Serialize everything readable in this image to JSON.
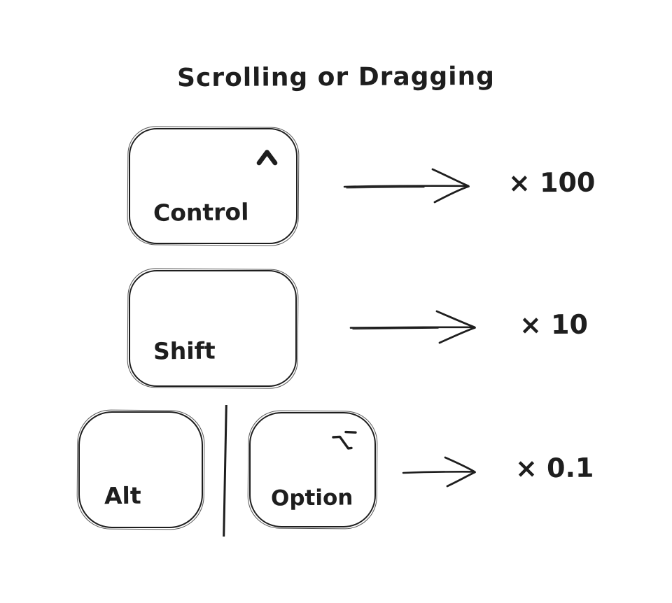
{
  "title": "Scrolling or Dragging",
  "colors": {
    "stroke": "#1e1e1e",
    "background": "#ffffff"
  },
  "keys": {
    "control": {
      "label": "Control",
      "symbol_icon": "caret-up-icon"
    },
    "shift": {
      "label": "Shift"
    },
    "alt": {
      "label": "Alt"
    },
    "option": {
      "label": "Option",
      "symbol_icon": "option-key-icon"
    }
  },
  "rows": [
    {
      "key_combo": "Control",
      "multiplier": "× 100"
    },
    {
      "key_combo": "Shift",
      "multiplier": "× 10"
    },
    {
      "key_combo": "Alt / Option",
      "multiplier": "× 0.1"
    }
  ],
  "icons": {
    "caret_up": "caret-up-icon",
    "option_key": "option-key-icon",
    "arrow_right": "right-arrow-icon"
  }
}
